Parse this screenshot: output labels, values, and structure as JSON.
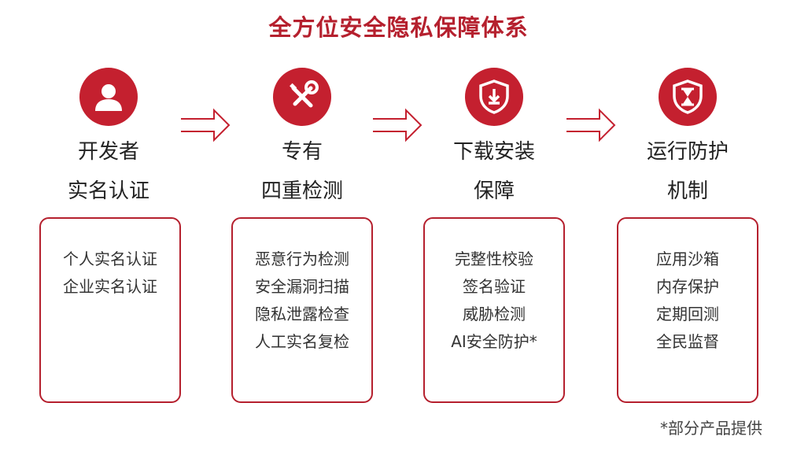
{
  "title": "全方位安全隐私保障体系",
  "columns": [
    {
      "icon": "user-icon",
      "heading": [
        "开发者",
        "实名认证"
      ],
      "items": [
        "个人实名认证",
        "企业实名认证"
      ]
    },
    {
      "icon": "tools-icon",
      "heading": [
        "专有",
        "四重检测"
      ],
      "items": [
        "恶意行为检测",
        "安全漏洞扫描",
        "隐私泄露检查",
        "人工实名复检"
      ]
    },
    {
      "icon": "shield-download-icon",
      "heading": [
        "下载安装",
        "保障"
      ],
      "items": [
        "完整性校验",
        "签名验证",
        "威胁检测",
        "AI安全防护*"
      ]
    },
    {
      "icon": "shield-hourglass-icon",
      "heading": [
        "运行防护",
        "机制"
      ],
      "items": [
        "应用沙箱",
        "内存保护",
        "定期回测",
        "全民监督"
      ]
    }
  ],
  "footnote": "*部分产品提供",
  "colors": {
    "accent": "#c4202f",
    "border": "#b5202e"
  }
}
